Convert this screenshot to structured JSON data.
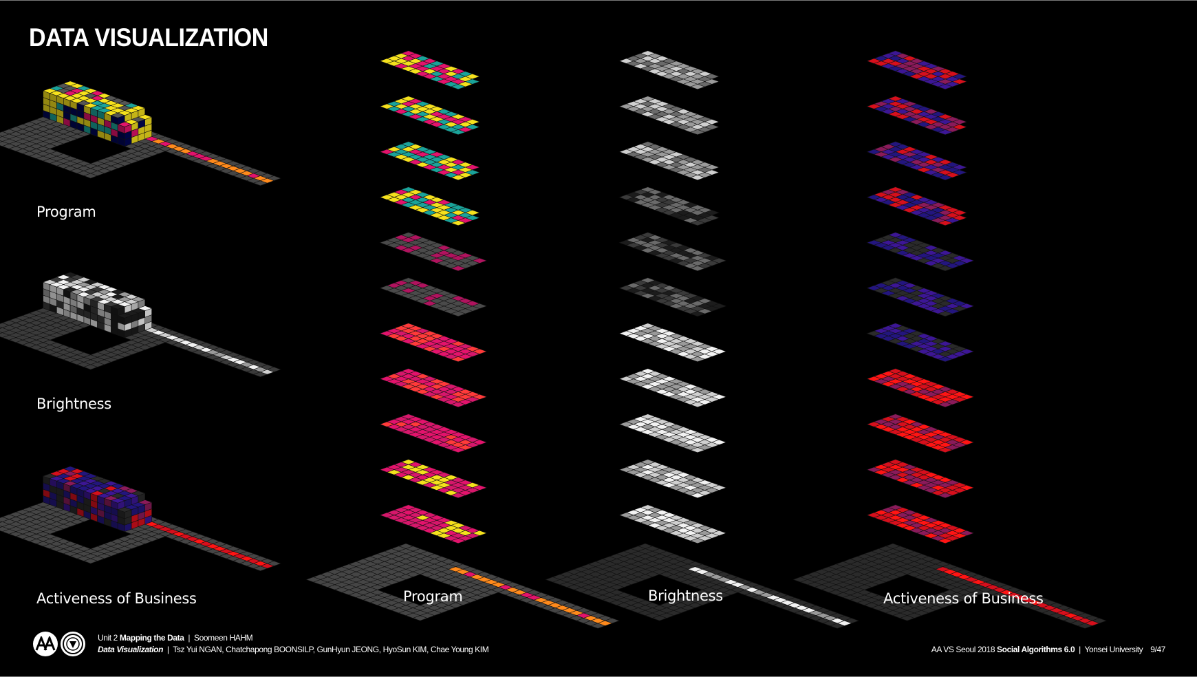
{
  "title": "DATA VISUALIZATION",
  "left_labels": {
    "program": "Program",
    "brightness": "Brightness",
    "activeness": "Activeness of Business"
  },
  "column_labels": {
    "program": "Program",
    "brightness": "Brightness",
    "activeness": "Activeness of Business"
  },
  "footer": {
    "unit": "Unit 2",
    "unit_title": "Mapping the Data",
    "tutor": "Soomeen HAHM",
    "subtitle": "Data Visualization",
    "authors": "Tsz Yui NGAN, Chatchapong BOONSILP, GunHyun JEONG, HyoSun KIM, Chae Young KIM",
    "program_prefix": "AA VS Seoul 2018",
    "program_name": "Social Algorithms 6.0",
    "school": "Yonsei University",
    "page": "9/47"
  },
  "logos": {
    "left": "aa-logo-icon",
    "right": "yonsei-emblem-icon"
  },
  "colors": {
    "background": "#000000",
    "ground": "#454545",
    "program": [
      "#f5e11d",
      "#e3136c",
      "#d6176b",
      "#1aa39a",
      "#ff8a1c",
      "#e8e8e8"
    ],
    "brightness": [
      "#1c1c1c",
      "#3a3a3a",
      "#6a6a6a",
      "#9a9a9a",
      "#cfcfcf",
      "#f2f2f2"
    ],
    "activeness": [
      "#2a2a2a",
      "#23157e",
      "#3c1695",
      "#8a1a5a",
      "#d60f1c",
      "#ff1414"
    ]
  }
}
